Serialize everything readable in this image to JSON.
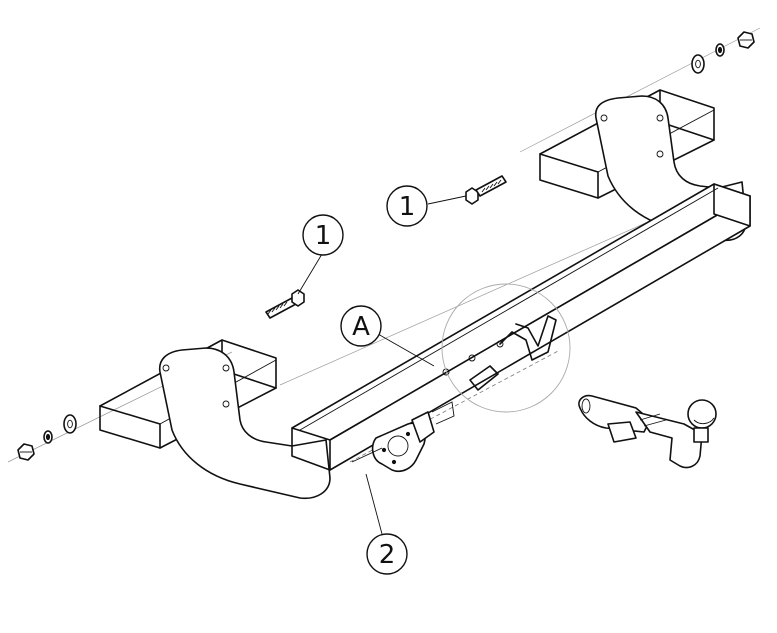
{
  "callouts": [
    {
      "id": "bolt-left",
      "label": "1"
    },
    {
      "id": "bolt-right",
      "label": "1"
    },
    {
      "id": "crossbar",
      "label": "A"
    },
    {
      "id": "socket-plate",
      "label": "2"
    }
  ],
  "colors": {
    "line": "#111111",
    "background": "#ffffff"
  }
}
